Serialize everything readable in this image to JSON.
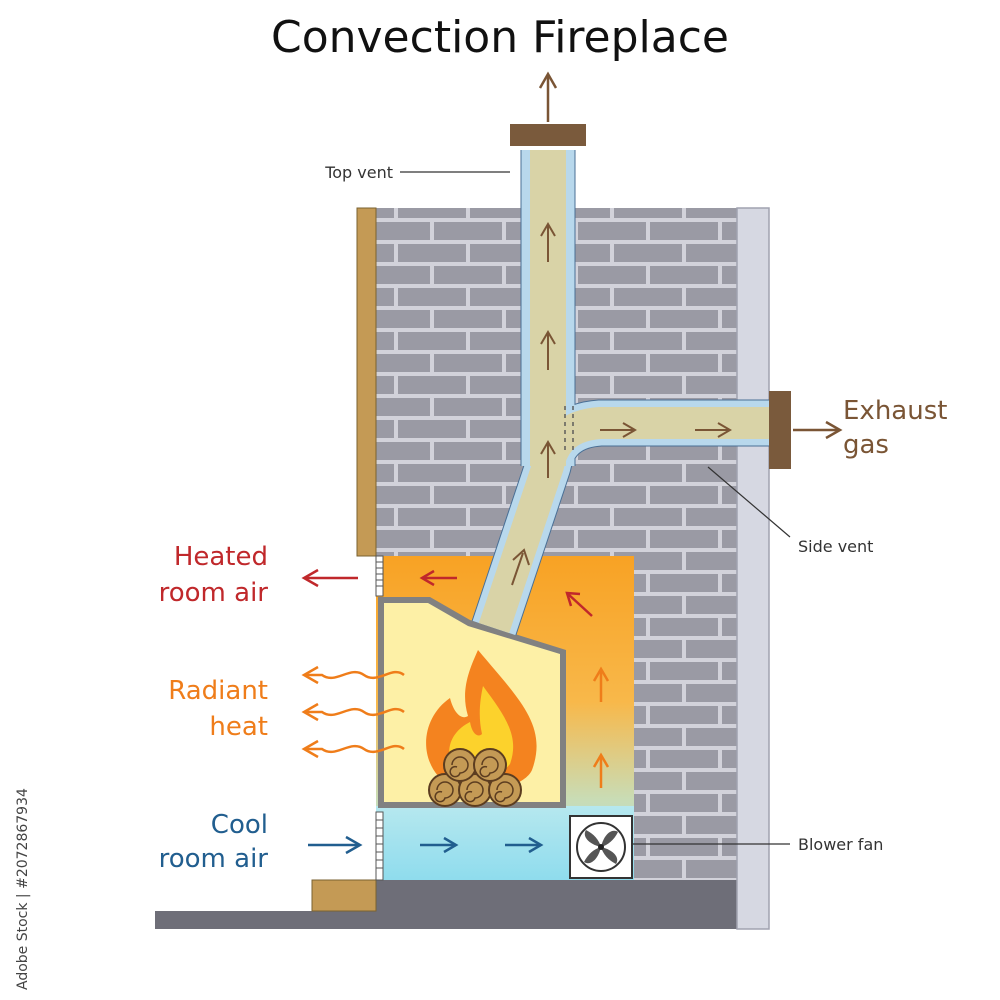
{
  "title": "Convection Fireplace",
  "labels": {
    "top_vent": "Top vent",
    "side_vent": "Side vent",
    "blower_fan": "Blower fan",
    "exhaust_line1": "Exhaust",
    "exhaust_line2": "gas",
    "heated_line1": "Heated",
    "heated_line2": "room air",
    "radiant_line1": "Radiant",
    "radiant_line2": "heat",
    "cool_line1": "Cool",
    "cool_line2": "room air"
  },
  "stock_id": "Adobe Stock | #2072867934",
  "colors": {
    "heated": "#c0282b",
    "radiant": "#ef7d1a",
    "cool": "#215e8f",
    "exhaust": "#7a5535",
    "flue": "#d9d3a7",
    "flue_border": "#b8d8ec",
    "brick": "#9a9aa4",
    "mortar": "#d2d2da"
  }
}
